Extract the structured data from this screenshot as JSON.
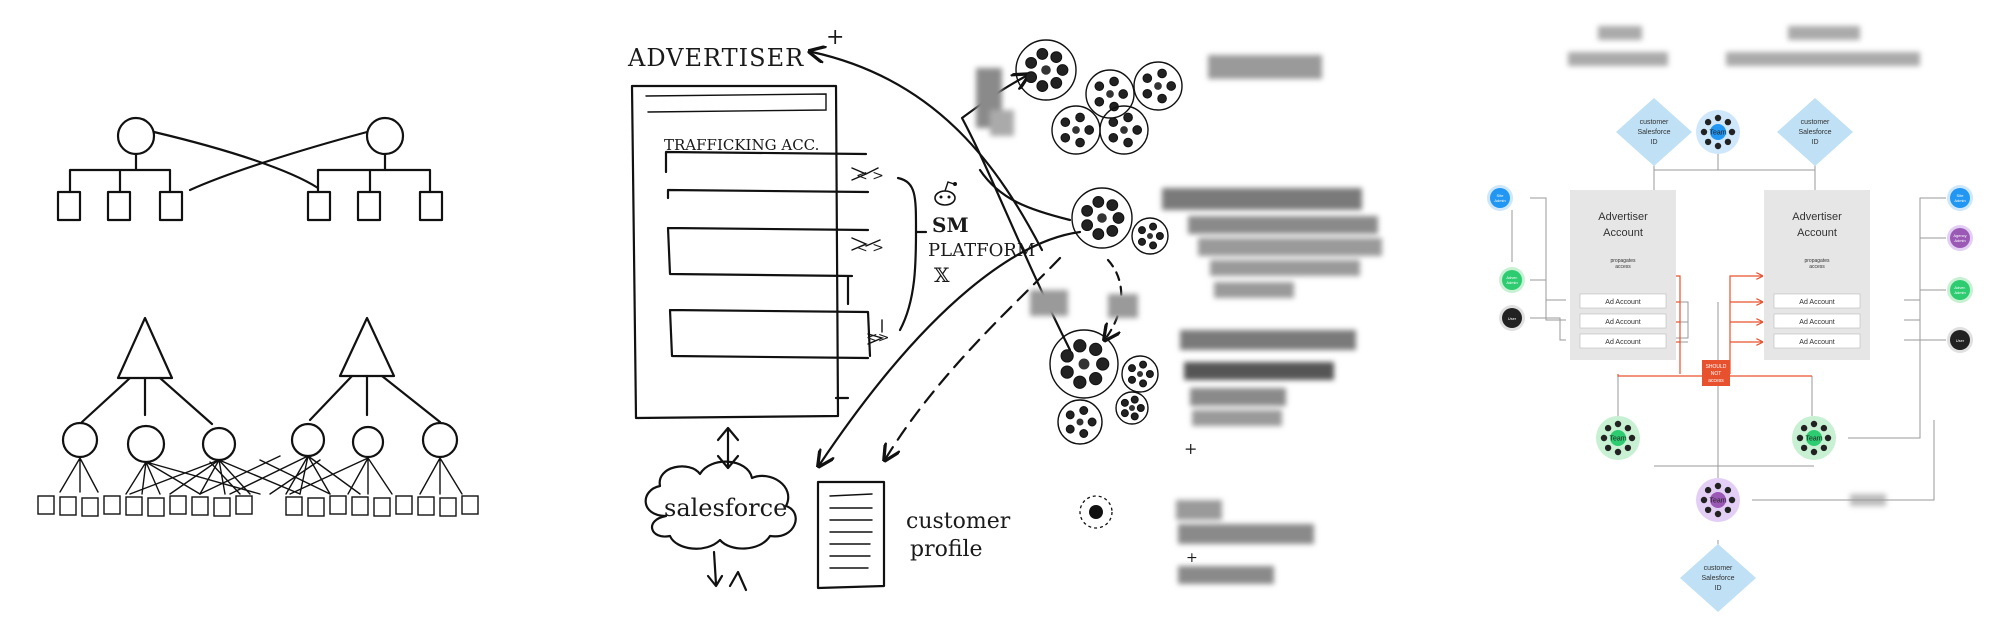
{
  "sketch_a": {
    "title": "ADVERTISER",
    "trafficking_label": "TRAFFICKING ACC.",
    "platform_label_1": "SM",
    "platform_label_2": "PLATFORM",
    "platform_label_3": "𝕏",
    "salesforce_label": "salesforce",
    "customer_profile_1": "customer",
    "customer_profile_2": "profile",
    "plus_mark": "+",
    "plus_mark_2": "+",
    "plus_mark_3": "+"
  },
  "diagram": {
    "advertiser_account_line1": "Advertiser",
    "advertiser_account_line2": "Account",
    "propagates_access_1": "propagates",
    "propagates_access_2": "access",
    "ad_account": "Ad Account",
    "salesforce_diamond_1": "customer",
    "salesforce_diamond_2": "Salesforce",
    "salesforce_diamond_3": "ID",
    "team_label": "Team",
    "admin_label_1": "Site",
    "admin_label_2": "Admin",
    "agency_admin_1": "Agency",
    "agency_admin_2": "Admin",
    "advertiser_admin_1": "Adver.",
    "advertiser_admin_2": "Admin",
    "user_label": "User",
    "warning_1": "SHOULD",
    "warning_2": "NOT",
    "warning_3": "access",
    "colors": {
      "diamond": "#bfe0f5",
      "team_blue": "#cfe7fb",
      "team_green": "#c8f0d2",
      "team_purple": "#e3cff5",
      "node_blue": "#2196f3",
      "node_green": "#2ecc71",
      "node_purple": "#9b59b6",
      "node_black": "#222222",
      "warning": "#e8512e",
      "account_box": "#e6e6e6"
    }
  }
}
